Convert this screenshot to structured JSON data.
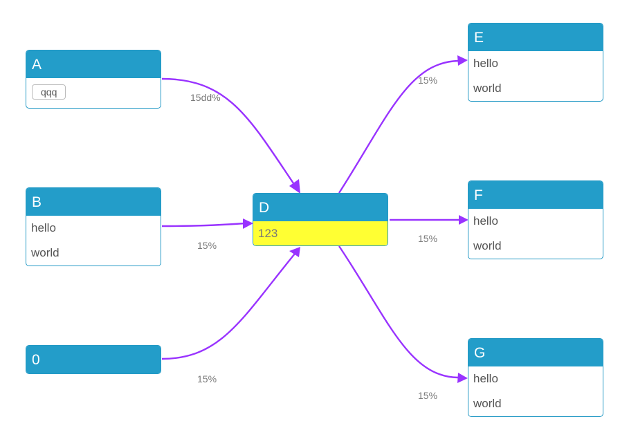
{
  "diagram": {
    "colors": {
      "header": "#239dc9",
      "border": "#2399c5",
      "edge": "#9933ff",
      "highlight": "#ffff33"
    },
    "nodes": {
      "A": {
        "title": "A",
        "tag": "qqq"
      },
      "B": {
        "title": "B",
        "rows": [
          "hello",
          "world"
        ]
      },
      "zero": {
        "title": "0"
      },
      "D": {
        "title": "D",
        "rows": [
          "123"
        ]
      },
      "E": {
        "title": "E",
        "rows": [
          "hello",
          "world"
        ]
      },
      "F": {
        "title": "F",
        "rows": [
          "hello",
          "world"
        ]
      },
      "G": {
        "title": "G",
        "rows": [
          "hello",
          "world"
        ]
      }
    },
    "edges": [
      {
        "from": "A",
        "to": "D",
        "label": "15dd%"
      },
      {
        "from": "B",
        "to": "D",
        "label": "15%"
      },
      {
        "from": "0",
        "to": "D",
        "label": "15%"
      },
      {
        "from": "D",
        "to": "E",
        "label": "15%"
      },
      {
        "from": "D",
        "to": "F",
        "label": "15%"
      },
      {
        "from": "D",
        "to": "G",
        "label": "15%"
      }
    ]
  }
}
